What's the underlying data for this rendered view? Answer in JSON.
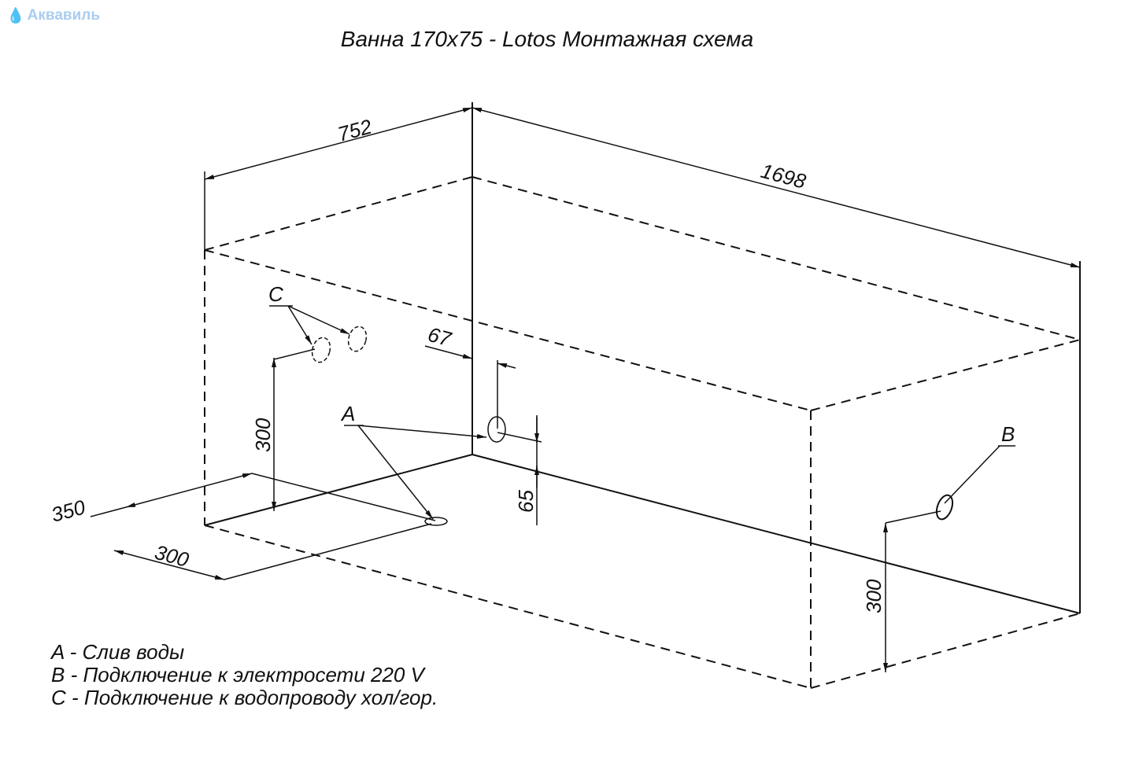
{
  "logo": {
    "text": "Аквавиль",
    "icon": "bird-drop-icon",
    "color": "#a9cdee"
  },
  "title": "Ванна 170x75 - Lotos Монтажная схема",
  "dimensions": {
    "width": "752",
    "length": "1698",
    "offset_67": "67",
    "height_65": "65",
    "left_300": "300",
    "right_300": "300",
    "floor_350": "350",
    "floor_300": "300"
  },
  "labels": {
    "a": "A",
    "b": "B",
    "c": "C"
  },
  "legend": [
    "A - Слив воды",
    "B - Подключение к электросети 220 V",
    "C - Подключение к водопроводу хол/гор."
  ]
}
